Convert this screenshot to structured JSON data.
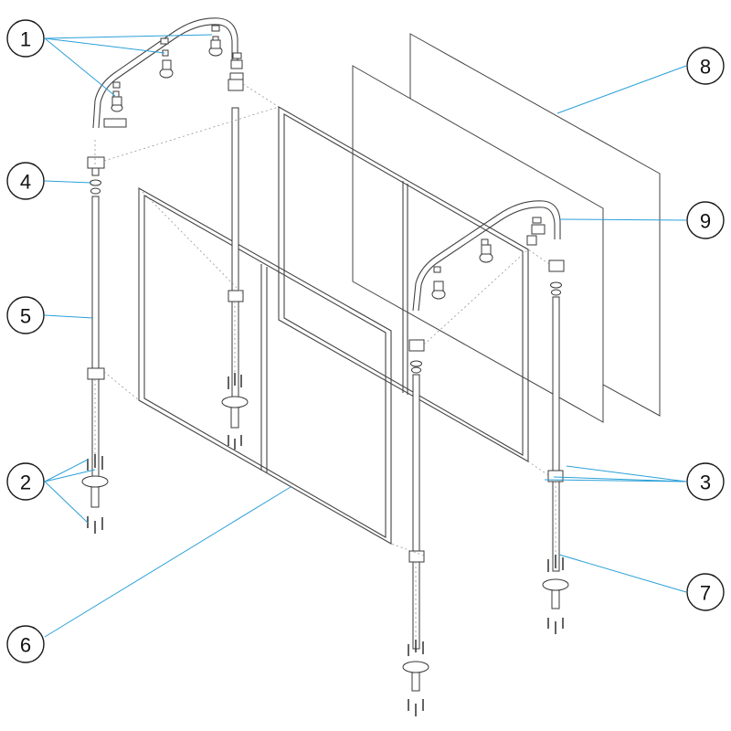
{
  "callouts": [
    {
      "id": "1",
      "label": "1"
    },
    {
      "id": "2",
      "label": "2"
    },
    {
      "id": "3",
      "label": "3"
    },
    {
      "id": "4",
      "label": "4"
    },
    {
      "id": "5",
      "label": "5"
    },
    {
      "id": "6",
      "label": "6"
    },
    {
      "id": "7",
      "label": "7"
    },
    {
      "id": "8",
      "label": "8"
    },
    {
      "id": "9",
      "label": "9"
    }
  ],
  "colors": {
    "leader": "#2aa0d8",
    "line": "#3a3a3a",
    "background": "#ffffff"
  }
}
